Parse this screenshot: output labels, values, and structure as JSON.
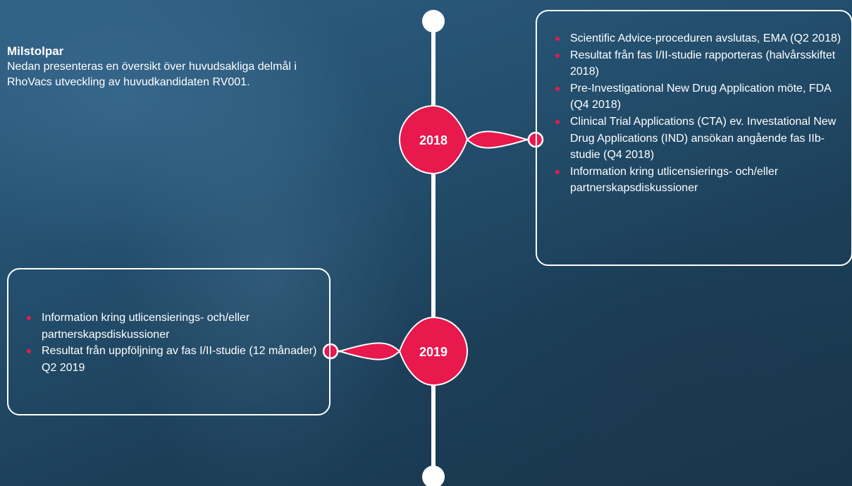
{
  "colors": {
    "accent": "#e8194c",
    "line": "#ffffff",
    "background": "#24506f"
  },
  "intro": {
    "title": "Milstolpar",
    "text": "Nedan presenteras en översikt över huvudsakliga delmål i RhoVacs utveckling av huvudkandidaten RV001."
  },
  "milestones": [
    {
      "year": "2018",
      "items": [
        "Scientific Advice-proceduren avslutas, EMA (Q2 2018)",
        "Resultat från fas I/II-studie rapporteras (halvårsskiftet 2018)",
        "Pre-Investigational New Drug Application möte, FDA (Q4 2018)",
        "Clinical Trial Applications (CTA) ev. Investational New Drug Applications (IND) ansökan angående fas IIb-studie (Q4 2018)",
        "Information kring utlicensierings- och/eller partnerskapsdiskussioner"
      ]
    },
    {
      "year": "2019",
      "items": [
        "Information kring utlicensierings- och/eller partnerskapsdiskussioner",
        "Resultat från uppföljning av fas I/II-studie (12 månader) Q2 2019"
      ]
    }
  ]
}
